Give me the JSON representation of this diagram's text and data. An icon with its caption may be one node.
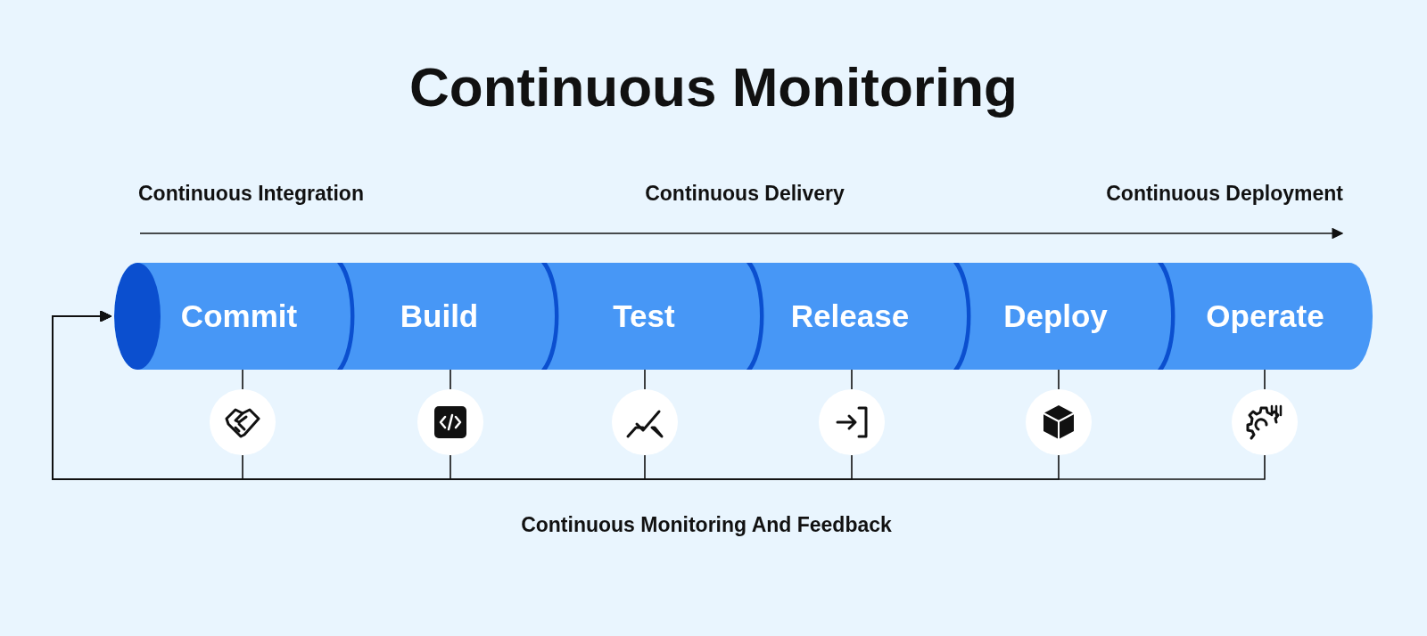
{
  "diagram": {
    "title": "Continuous Monitoring",
    "nodes": [
      {
        "text": [
          "Commit"
        ]
      },
      {
        "text": [
          "Build"
        ]
      },
      {
        "text": [
          "Test"
        ]
      },
      {
        "text": [
          "Release"
        ]
      },
      {
        "text": [
          "Deploy"
        ]
      },
      {
        "text": [
          "Operate"
        ]
      },
      {
        "text": [],
        "shape": "circle"
      },
      {
        "text": [],
        "shape": "circle"
      },
      {
        "text": [],
        "shape": "circle"
      },
      {
        "text": [],
        "shape": "circle"
      },
      {
        "text": [],
        "shape": "circle"
      },
      {
        "text": [],
        "shape": "circle"
      }
    ],
    "edges": [
      {
        "from": 0,
        "to": 6,
        "arrow": "none"
      },
      {
        "from": 1,
        "to": 7,
        "arrow": "none"
      },
      {
        "from": 2,
        "to": 8,
        "arrow": "none"
      },
      {
        "from": 3,
        "to": 9,
        "arrow": "none"
      },
      {
        "from": 4,
        "to": 10,
        "arrow": "none"
      },
      {
        "from": 5,
        "to": 11,
        "arrow": "none"
      },
      {
        "from": 6,
        "to": 0,
        "arrow": "to"
      },
      {
        "from": 7,
        "to": 0,
        "arrow": "to"
      },
      {
        "from": 8,
        "to": 0,
        "arrow": "to"
      },
      {
        "from": 9,
        "to": 0,
        "arrow": "to"
      },
      {
        "from": 10,
        "to": 0,
        "arrow": "to"
      },
      {
        "from": 11,
        "to": 0,
        "arrow": "to"
      }
    ],
    "labels": [
      "Continuous Integration",
      "Continuous Delivery",
      "Continuous Deployment",
      "Continuous Monitoring And Feedback"
    ]
  }
}
